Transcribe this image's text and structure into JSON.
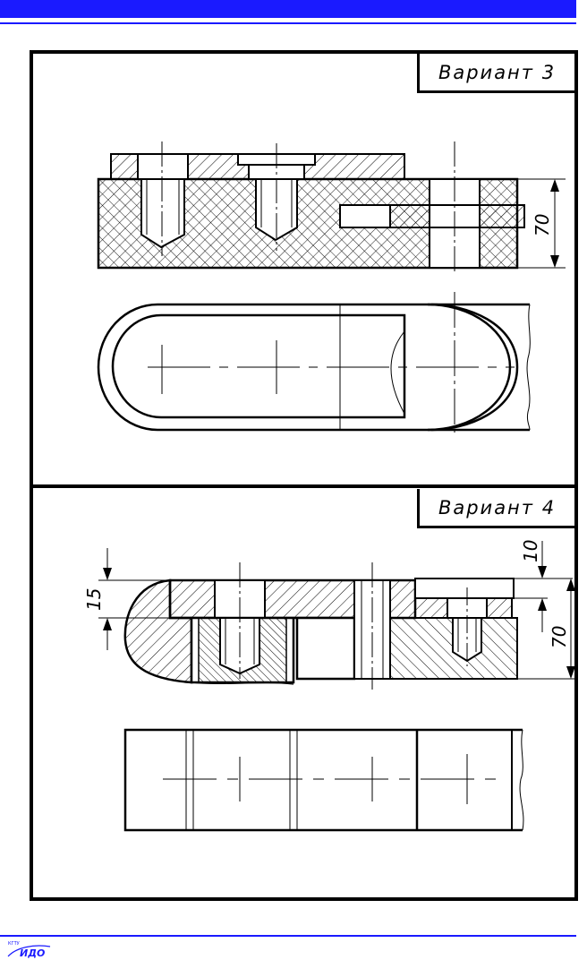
{
  "variant_labels": {
    "top": "Вариант 3",
    "bottom": "Вариант 4"
  },
  "dimensions": {
    "v3_height": "70",
    "v4_height": "70",
    "v4_left": "15",
    "v4_top": "10"
  },
  "logo": {
    "small_text": "КГТУ",
    "main_text": "ИДО"
  },
  "colors": {
    "accent": "#1a1aff",
    "line": "#000000",
    "background": "#ffffff"
  }
}
